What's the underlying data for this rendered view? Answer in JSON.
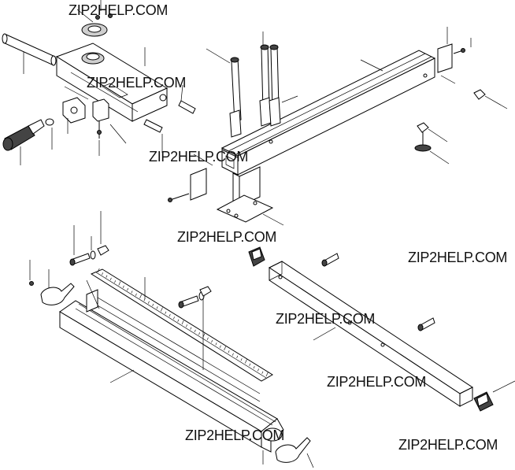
{
  "watermarks": [
    "ZIP2HELP.COM",
    "ZIP2HELP.COM",
    "ZIP2HELP.COM",
    "ZIP2HELP.COM",
    "ZIP2HELP.COM",
    "ZIP2HELP.COM",
    "ZIP2HELP.COM",
    "ZIP2HELP.COM",
    "ZIP2HELP.COM"
  ],
  "colors": {
    "line": "#000000",
    "background": "#ffffff",
    "shade": "#cfcfcf"
  }
}
